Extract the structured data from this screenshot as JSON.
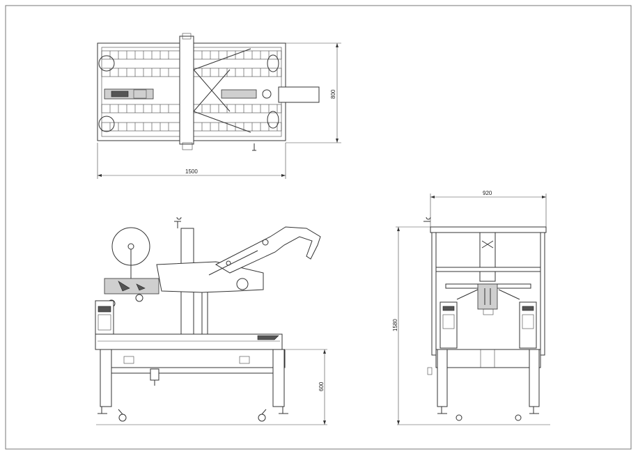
{
  "drawing": {
    "top_view": {
      "width_dim": "1500",
      "depth_dim": "800"
    },
    "side_view": {
      "table_height_dim": "600"
    },
    "end_view": {
      "width_dim": "920",
      "overall_height_dim": "1580"
    }
  }
}
